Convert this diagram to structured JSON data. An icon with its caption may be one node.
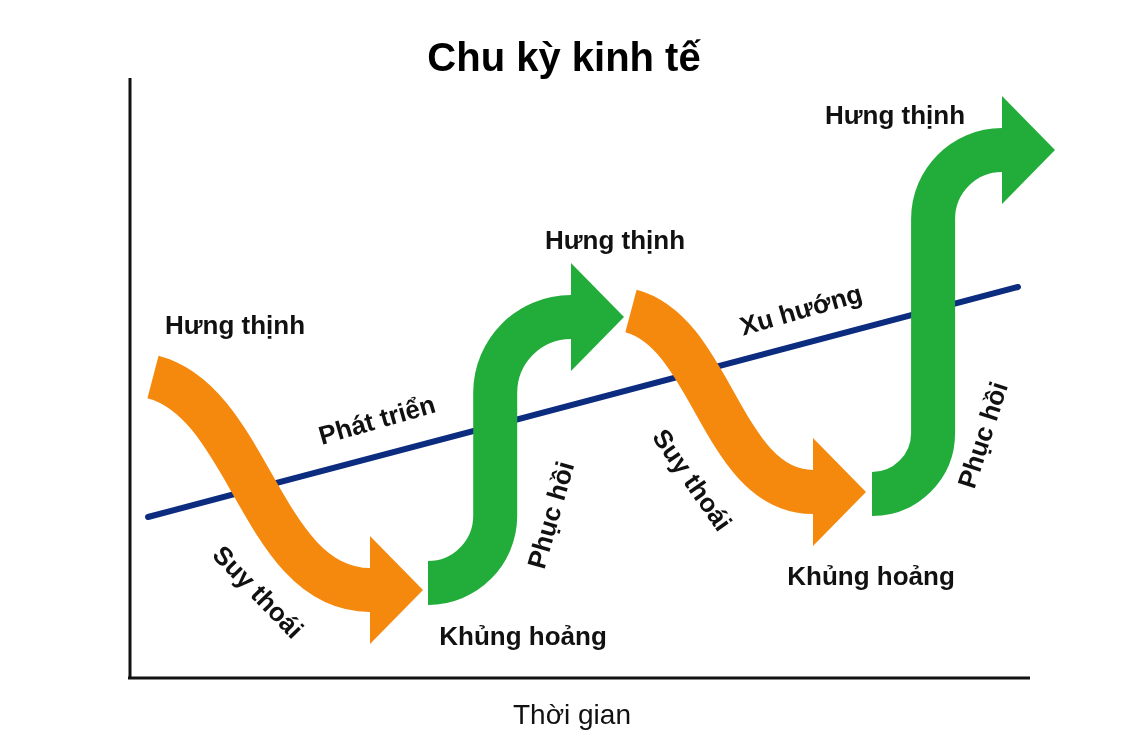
{
  "diagram": {
    "title": "Chu kỳ kinh tế",
    "nodes": [
      {
        "text": [
          "Hưng thịnh"
        ]
      },
      {
        "text": [
          "Khủng hoảng"
        ]
      },
      {
        "text": [
          "Hưng thịnh"
        ]
      },
      {
        "text": [
          "Khủng hoảng"
        ]
      },
      {
        "text": [
          "Hưng thịnh"
        ]
      }
    ],
    "edges": [
      {
        "from": 0,
        "to": 1,
        "arrow": "to",
        "label": "Suy thoái",
        "color": "#f5890e"
      },
      {
        "from": 1,
        "to": 2,
        "arrow": "to",
        "label": "Phục hồi",
        "color": "#22ad3a"
      },
      {
        "from": 2,
        "to": 3,
        "arrow": "to",
        "label": "Suy thoái",
        "color": "#f5890e"
      },
      {
        "from": 3,
        "to": 4,
        "arrow": "to",
        "label": "Phục hồi",
        "color": "#22ad3a"
      }
    ],
    "labels": [
      "Phát triển",
      "Xu hướng",
      "Thời gian"
    ]
  }
}
